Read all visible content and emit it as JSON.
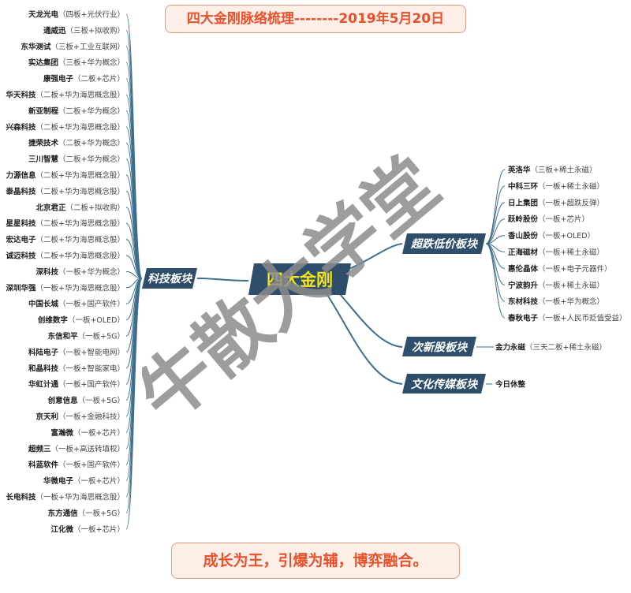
{
  "header": {
    "title": "四大金刚脉络梳理--------2019年5月20日"
  },
  "footer": {
    "slogan": "成长为王，引爆为辅，博弈融合。"
  },
  "center": {
    "label": "四大金刚"
  },
  "watermark": {
    "text": "牛散大学堂"
  },
  "colors": {
    "banner_text": "#e8512a",
    "banner_bg": "#fdeee8",
    "node_fill": "#2e4e6b",
    "center_text": "#f5e31a",
    "connector": "#3d6e8c"
  },
  "branches": {
    "tech": {
      "label": "科技板块",
      "items": [
        {
          "name": "天龙光电",
          "note": "（四板+光伏行业）"
        },
        {
          "name": "通威迅",
          "note": "（三板+拟收购）"
        },
        {
          "name": "东华测试",
          "note": "（三板+工业互联网）"
        },
        {
          "name": "实达集团",
          "note": "（三板+华为概念）"
        },
        {
          "name": "康强电子",
          "note": "（二板+芯片）"
        },
        {
          "name": "华天科技",
          "note": "（二板+华为海思概念股）"
        },
        {
          "name": "新亚制程",
          "note": "（二板+华为概念）"
        },
        {
          "name": "兴森科技",
          "note": "（二板+华为海思概念股）"
        },
        {
          "name": "捷荣技术",
          "note": "（二板+华为概念）"
        },
        {
          "name": "三川智慧",
          "note": "（二板+华为概念）"
        },
        {
          "name": "力源信息",
          "note": "（二板+华为海思概念股）"
        },
        {
          "name": "泰晶科技",
          "note": "（二板+华为海思概念股）"
        },
        {
          "name": "北京君正",
          "note": "（二板+拟收购）"
        },
        {
          "name": "星星科技",
          "note": "（二板+华为海思概念股）"
        },
        {
          "name": "宏达电子",
          "note": "（二板+华为海思概念股）"
        },
        {
          "name": "诚迈科技",
          "note": "（二板+华为海思概念股）"
        },
        {
          "name": "深科技",
          "note": "（一板+华为概念）"
        },
        {
          "name": "深圳华强",
          "note": "（一板+华为海思概念股）"
        },
        {
          "name": "中国长城",
          "note": "（一板+国产软件）"
        },
        {
          "name": "创维数字",
          "note": "（一板+OLED）"
        },
        {
          "name": "东信和平",
          "note": "（一板+5G）"
        },
        {
          "name": "科陆电子",
          "note": "（一板+智能电网）"
        },
        {
          "name": "和晶科技",
          "note": "（一板+智能家电）"
        },
        {
          "name": "华虹计通",
          "note": "（一板+国产软件）"
        },
        {
          "name": "创意信息",
          "note": "（一板+5G）"
        },
        {
          "name": "京天利",
          "note": "（一板+金融科技）"
        },
        {
          "name": "富瀚微",
          "note": "（一板+芯片）"
        },
        {
          "name": "超频三",
          "note": "（一板+高送转填权）"
        },
        {
          "name": "科蓝软件",
          "note": "（一板+国产软件）"
        },
        {
          "name": "华微电子",
          "note": "（一板+芯片）"
        },
        {
          "name": "长电科技",
          "note": "（一板+华为海思概念股）"
        },
        {
          "name": "东方通信",
          "note": "（一板+5G）"
        },
        {
          "name": "江化微",
          "note": "（一板+芯片）"
        }
      ]
    },
    "oversold": {
      "label": "超跌低价板块",
      "items": [
        {
          "name": "英洛华",
          "note": "（三板+稀土永磁）"
        },
        {
          "name": "中科三环",
          "note": "（一板+稀土永磁）"
        },
        {
          "name": "日上集团",
          "note": "（一板+超跌反弹）"
        },
        {
          "name": "跃岭股份",
          "note": "（一板+芯片）"
        },
        {
          "name": "香山股份",
          "note": "（一板+OLED）"
        },
        {
          "name": "正海磁材",
          "note": "（一板+稀土永磁）"
        },
        {
          "name": "惠伦晶体",
          "note": "（一板+电子元器件）"
        },
        {
          "name": "宁波韵升",
          "note": "（一板+稀土永磁）"
        },
        {
          "name": "东材科技",
          "note": "（一板+华为概念）"
        },
        {
          "name": "春秋电子",
          "note": "（一板+人民币贬值受益）"
        }
      ]
    },
    "new_stock": {
      "label": "次新股板块",
      "items": [
        {
          "name": "金力永磁",
          "note": "（三天二板+稀土永磁）"
        }
      ]
    },
    "media": {
      "label": "文化传媒板块",
      "items": [
        {
          "name": "今日休整",
          "note": ""
        }
      ]
    }
  }
}
